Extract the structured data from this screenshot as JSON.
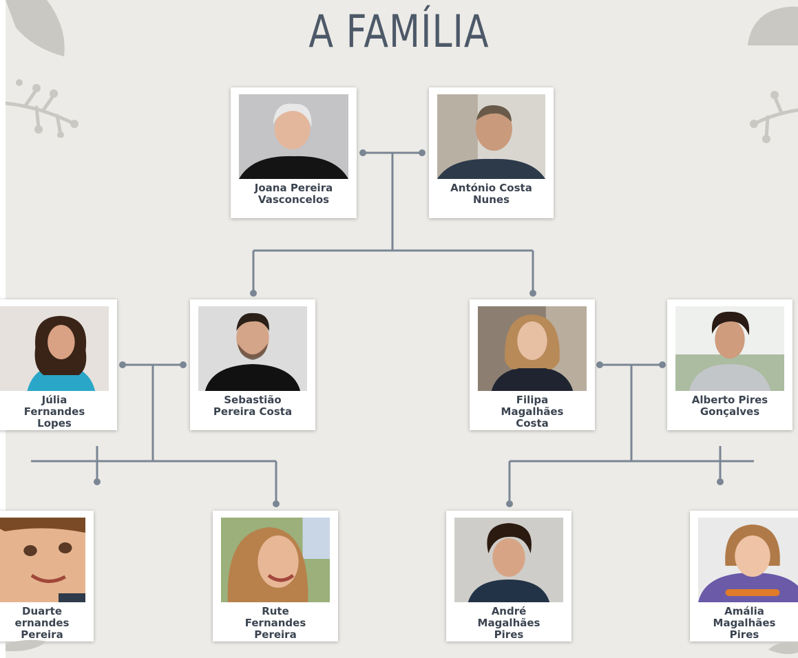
{
  "title": "A FAMÍLIA",
  "colors": {
    "background": "#ecebe7",
    "connector": "#7a8694",
    "title": "#4d5968",
    "text": "#3b4450"
  },
  "people": {
    "joana": {
      "name_lines": [
        "Joana Pereira",
        "Vasconcelos"
      ]
    },
    "antonio": {
      "name_lines": [
        "António Costa",
        "Nunes"
      ]
    },
    "julia": {
      "name_lines": [
        "Júlia",
        "Fernandes",
        "Lopes"
      ]
    },
    "sebastiao": {
      "name_lines": [
        "Sebastião",
        "Pereira Costa"
      ]
    },
    "filipa": {
      "name_lines": [
        "Filipa",
        "Magalhães",
        "Costa"
      ]
    },
    "alberto": {
      "name_lines": [
        "Alberto Pires",
        "Gonçalves"
      ]
    },
    "duarte": {
      "name_lines": [
        "Duarte",
        "ernandes",
        "Pereira"
      ]
    },
    "rute": {
      "name_lines": [
        "Rute",
        "Fernandes",
        "Pereira"
      ]
    },
    "andre": {
      "name_lines": [
        "André",
        "Magalhães",
        "Pires"
      ]
    },
    "amalia": {
      "name_lines": [
        "Amália",
        "Magalhães",
        "Pires"
      ]
    }
  },
  "relations": {
    "couples": [
      [
        "joana",
        "antonio"
      ],
      [
        "julia",
        "sebastiao"
      ],
      [
        "filipa",
        "alberto"
      ]
    ],
    "children": {
      "joana+antonio": [
        "sebastiao",
        "filipa"
      ],
      "julia+sebastiao": [
        "duarte",
        "rute"
      ],
      "filipa+alberto": [
        "andre",
        "amalia"
      ]
    }
  }
}
